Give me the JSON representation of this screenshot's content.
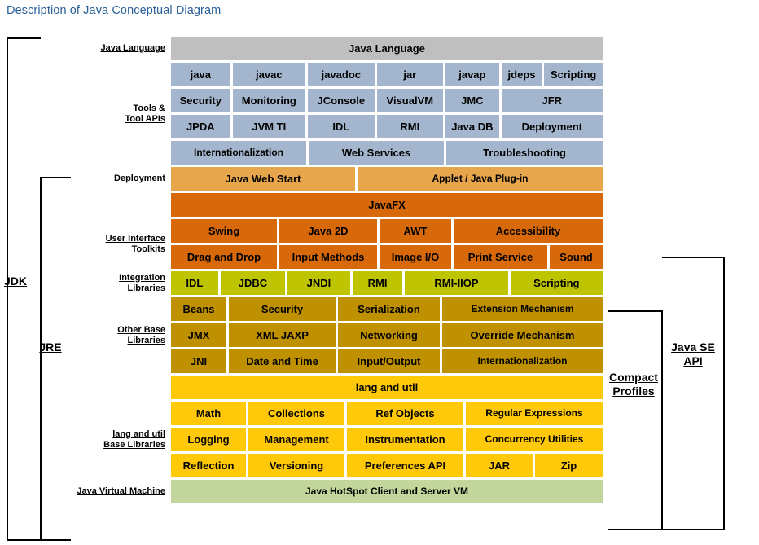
{
  "page": {
    "title": "Description of Java Conceptual Diagram"
  },
  "colors": {
    "title_link": "#2a6099",
    "java_language": "#bfbfbf",
    "tools": "#a4b6cd",
    "deployment": "#e8a64c",
    "user_interface": "#d8690a",
    "integration": "#bfc400",
    "other_base": "#bf9000",
    "lang_util": "#ffc808",
    "jvm": "#c3d69b"
  },
  "row_labels": [
    {
      "id": "java-language",
      "lines": [
        "Java Language"
      ]
    },
    {
      "id": "tools-and-tool-apis",
      "lines": [
        "Tools &",
        "Tool APIs"
      ]
    },
    {
      "id": "deployment",
      "lines": [
        "Deployment"
      ]
    },
    {
      "id": "user-interface-toolkits",
      "lines": [
        "User Interface",
        "Toolkits"
      ]
    },
    {
      "id": "integration-libraries",
      "lines": [
        "Integration",
        "Libraries"
      ]
    },
    {
      "id": "other-base-libraries",
      "lines": [
        "Other Base",
        "Libraries"
      ]
    },
    {
      "id": "lang-and-util-base-libraries",
      "lines": [
        "lang and util",
        "Base Libraries"
      ]
    },
    {
      "id": "java-virtual-machine",
      "lines": [
        "Java Virtual Machine"
      ]
    }
  ],
  "stack_rows": [
    {
      "id": "java-language-row",
      "color_key": "java_language",
      "cells": [
        {
          "label": "Java Language",
          "flex": 530
        }
      ]
    },
    {
      "id": "tools-row-1",
      "color_key": "tools",
      "cells": [
        {
          "label": "java",
          "flex": 73
        },
        {
          "label": "javac",
          "flex": 90
        },
        {
          "label": "javadoc",
          "flex": 82
        },
        {
          "label": "jar",
          "flex": 82
        },
        {
          "label": "javap",
          "flex": 66
        },
        {
          "label": "jdeps",
          "flex": 50
        },
        {
          "label": "Scripting",
          "flex": 72
        }
      ]
    },
    {
      "id": "tools-row-2",
      "color_key": "tools",
      "cells": [
        {
          "label": "Security",
          "flex": 73
        },
        {
          "label": "Monitoring",
          "flex": 90
        },
        {
          "label": "JConsole",
          "flex": 82
        },
        {
          "label": "VisualVM",
          "flex": 82
        },
        {
          "label": "JMC",
          "flex": 66
        },
        {
          "label": "JFR",
          "flex": 125
        }
      ]
    },
    {
      "id": "tools-row-3",
      "color_key": "tools",
      "cells": [
        {
          "label": "JPDA",
          "flex": 73
        },
        {
          "label": "JVM TI",
          "flex": 90
        },
        {
          "label": "IDL",
          "flex": 82
        },
        {
          "label": "RMI",
          "flex": 82
        },
        {
          "label": "Java DB",
          "flex": 66
        },
        {
          "label": "Deployment",
          "flex": 125
        }
      ]
    },
    {
      "id": "tools-row-4",
      "color_key": "tools",
      "cells": [
        {
          "label": "Internationalization",
          "flex": 166
        },
        {
          "label": "Web Services",
          "flex": 166
        },
        {
          "label": "Troubleshooting",
          "flex": 192
        }
      ]
    },
    {
      "id": "deployment-row",
      "color_key": "deployment",
      "cells": [
        {
          "label": "Java Web Start",
          "flex": 226
        },
        {
          "label": "Applet / Java Plug-in",
          "flex": 301
        }
      ]
    },
    {
      "id": "javafx-row",
      "color_key": "user_interface",
      "cells": [
        {
          "label": "JavaFX",
          "flex": 530
        }
      ]
    },
    {
      "id": "ui-toolkits-row-1",
      "color_key": "user_interface",
      "cells": [
        {
          "label": "Swing",
          "flex": 130
        },
        {
          "label": "Java 2D",
          "flex": 120
        },
        {
          "label": "AWT",
          "flex": 88
        },
        {
          "label": "Accessibility",
          "flex": 183
        }
      ]
    },
    {
      "id": "ui-toolkits-row-2",
      "color_key": "user_interface",
      "cells": [
        {
          "label": "Drag and Drop",
          "flex": 130
        },
        {
          "label": "Input Methods",
          "flex": 120
        },
        {
          "label": "Image I/O",
          "flex": 88
        },
        {
          "label": "Print Service",
          "flex": 115
        },
        {
          "label": "Sound",
          "flex": 65
        }
      ]
    },
    {
      "id": "integration-libraries-row",
      "color_key": "integration",
      "cells": [
        {
          "label": "IDL",
          "flex": 58
        },
        {
          "label": "JDBC",
          "flex": 80
        },
        {
          "label": "JNDI",
          "flex": 77
        },
        {
          "label": "RMI",
          "flex": 62
        },
        {
          "label": "RMI-IIOP",
          "flex": 127
        },
        {
          "label": "Scripting",
          "flex": 114
        }
      ]
    },
    {
      "id": "other-base-row-1",
      "color_key": "other_base",
      "cells": [
        {
          "label": "Beans",
          "flex": 68
        },
        {
          "label": "Security",
          "flex": 131
        },
        {
          "label": "Serialization",
          "flex": 125
        },
        {
          "label": "Extension Mechanism",
          "flex": 197
        }
      ]
    },
    {
      "id": "other-base-row-2",
      "color_key": "other_base",
      "cells": [
        {
          "label": "JMX",
          "flex": 68
        },
        {
          "label": "XML JAXP",
          "flex": 131
        },
        {
          "label": "Networking",
          "flex": 125
        },
        {
          "label": "Override Mechanism",
          "flex": 197
        }
      ]
    },
    {
      "id": "other-base-row-3",
      "color_key": "other_base",
      "cells": [
        {
          "label": "JNI",
          "flex": 68
        },
        {
          "label": "Date and Time",
          "flex": 131
        },
        {
          "label": "Input/Output",
          "flex": 125
        },
        {
          "label": "Internationalization",
          "flex": 197
        }
      ]
    },
    {
      "id": "lang-and-util-row",
      "color_key": "lang_util",
      "cells": [
        {
          "label": "lang and util",
          "flex": 530
        }
      ]
    },
    {
      "id": "lang-util-row-1",
      "color_key": "lang_util",
      "cells": [
        {
          "label": "Math",
          "flex": 92
        },
        {
          "label": "Collections",
          "flex": 118
        },
        {
          "label": "Ref Objects",
          "flex": 143
        },
        {
          "label": "Regular Expressions",
          "flex": 168
        }
      ]
    },
    {
      "id": "lang-util-row-2",
      "color_key": "lang_util",
      "cells": [
        {
          "label": "Logging",
          "flex": 92
        },
        {
          "label": "Management",
          "flex": 118
        },
        {
          "label": "Instrumentation",
          "flex": 143
        },
        {
          "label": "Concurrency Utilities",
          "flex": 168
        }
      ]
    },
    {
      "id": "lang-util-row-3",
      "color_key": "lang_util",
      "cells": [
        {
          "label": "Reflection",
          "flex": 92
        },
        {
          "label": "Versioning",
          "flex": 118
        },
        {
          "label": "Preferences API",
          "flex": 143
        },
        {
          "label": "JAR",
          "flex": 82
        },
        {
          "label": "Zip",
          "flex": 83
        }
      ]
    },
    {
      "id": "jvm-row",
      "color_key": "jvm",
      "cells": [
        {
          "label": "Java HotSpot Client and Server VM",
          "flex": 530
        }
      ]
    }
  ],
  "brackets": {
    "jdk": {
      "label": "JDK"
    },
    "jre": {
      "label": "JRE"
    },
    "compact_profiles": {
      "label_line_1": "Compact",
      "label_line_2": "Profiles"
    },
    "java_se_api": {
      "label_line_1": "Java SE",
      "label_line_2": "API"
    }
  }
}
